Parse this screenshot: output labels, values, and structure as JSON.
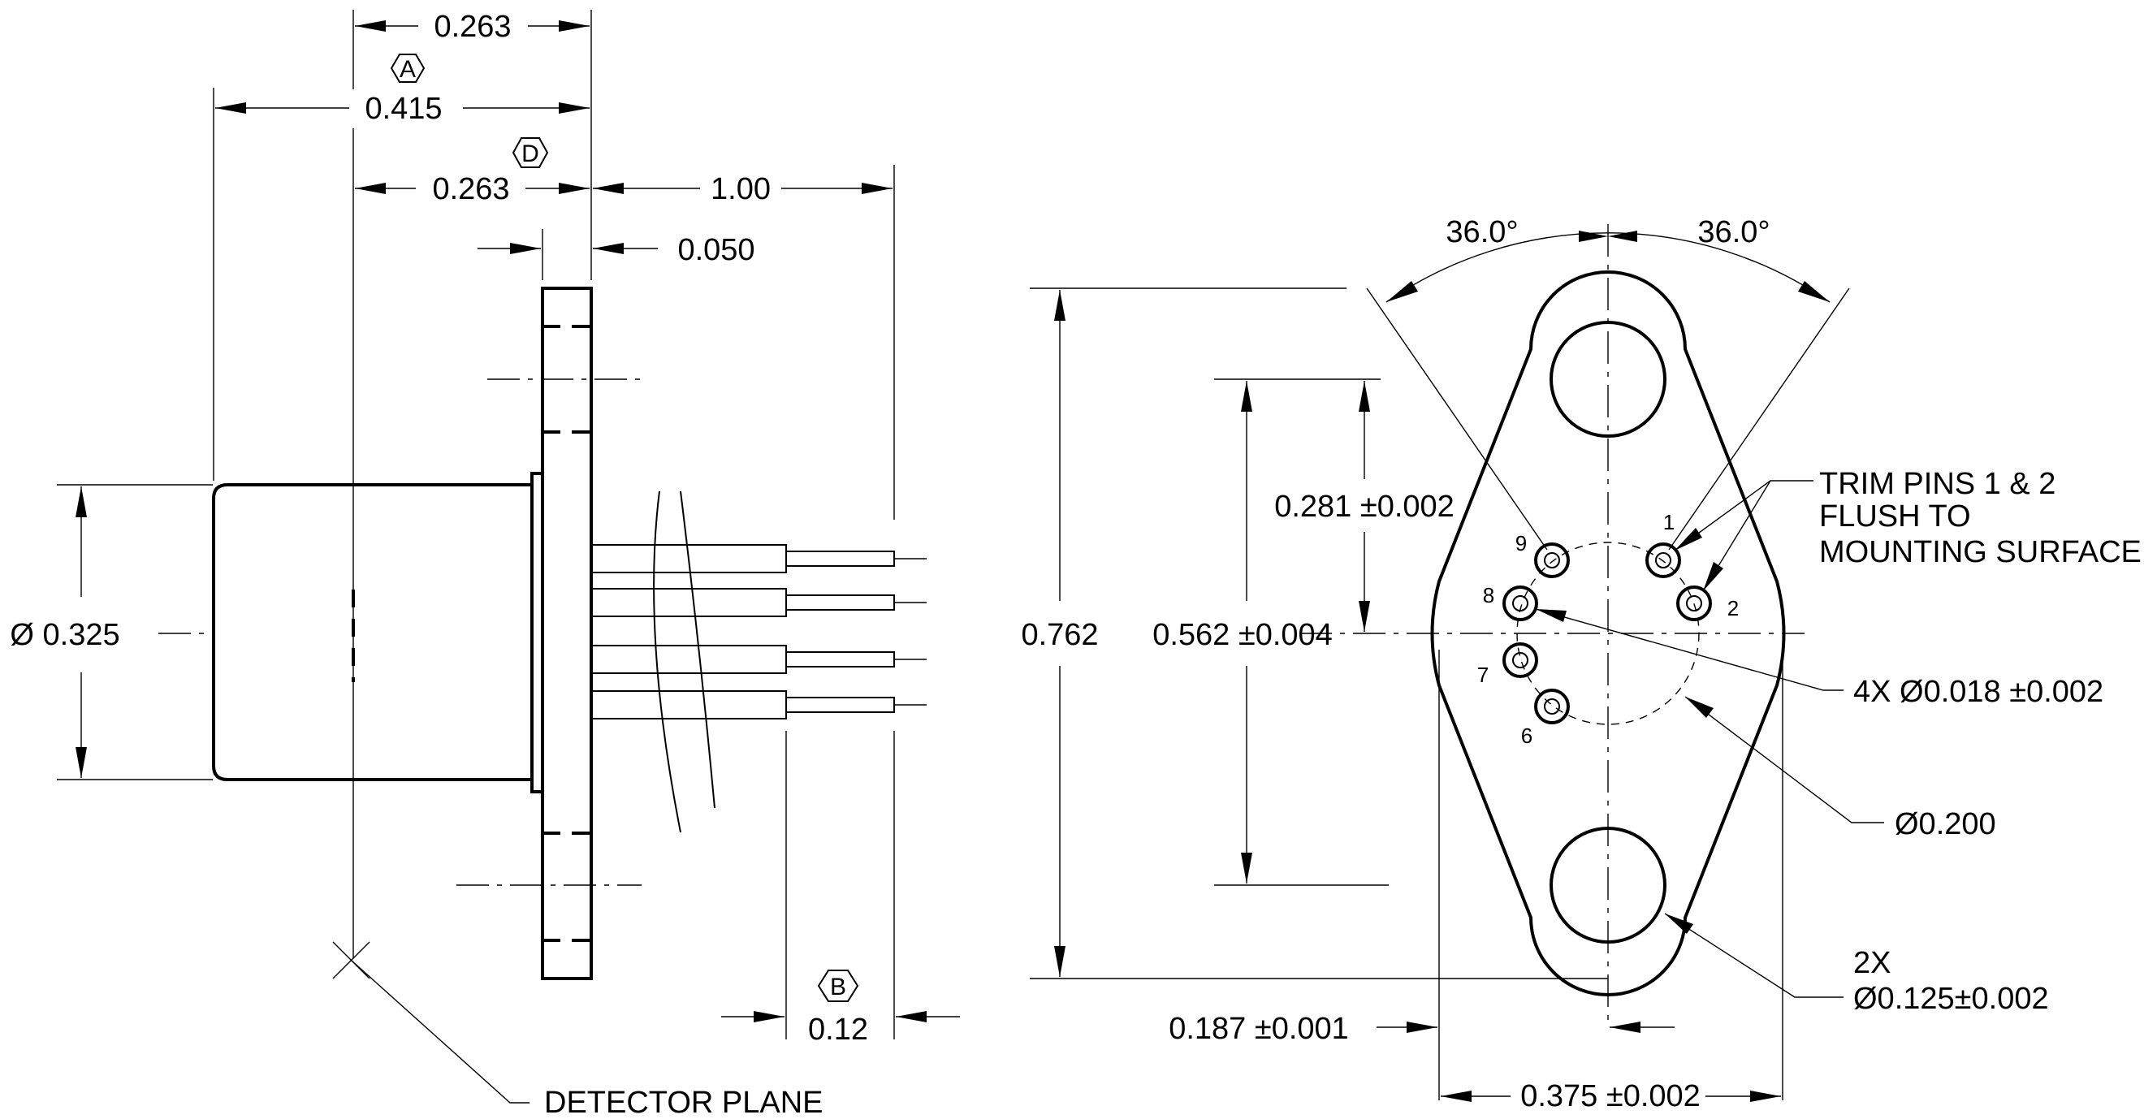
{
  "side_view": {
    "dim_top": "0.263",
    "datum_a": "A",
    "dim_overall": "0.415",
    "datum_d": "D",
    "dim_d": "0.263",
    "dim_lead_length": "1.00",
    "dim_flange": "0.050",
    "dim_diameter": "Ø 0.325",
    "datum_b": "B",
    "dim_b": "0.12",
    "detector_plane_label": "DETECTOR PLANE"
  },
  "top_view": {
    "angle_left": "36.0°",
    "angle_right": "36.0°",
    "dim_height": "0.762",
    "dim_pin_half_spacing": "0.281 ±0.002",
    "dim_hole_spacing": "0.562 ±0.004",
    "dim_edge_to_hole": "0.187 ±0.001",
    "dim_width": "0.375 ±0.002",
    "note_trim_line1": "TRIM PINS 1 & 2",
    "note_trim_line2": "FLUSH TO",
    "note_trim_line3": "MOUNTING SURFACE",
    "note_pin_diameter": "4X Ø0.018 ±0.002",
    "note_bolt_circle": "Ø0.200",
    "note_hole_count": "2X",
    "note_hole_diameter": "Ø0.125±0.002",
    "pin_labels": [
      "1",
      "2",
      "6",
      "7",
      "8",
      "9"
    ]
  }
}
